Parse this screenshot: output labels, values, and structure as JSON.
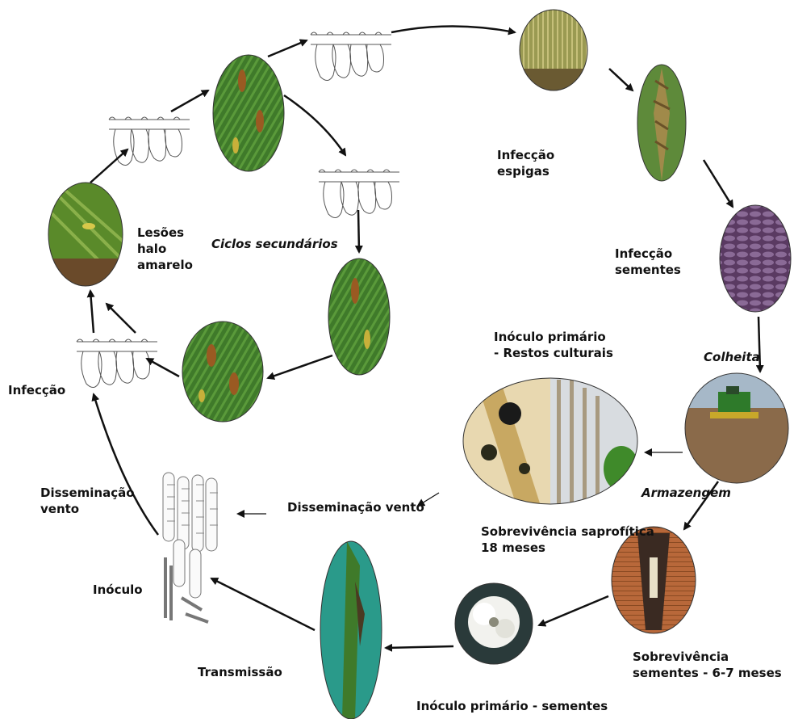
{
  "labels": {
    "infeccao_espigas": "Infecção\nespigas",
    "infeccao_sementes": "Infecção\nsementes",
    "inoculo_primario_restos": "Inóculo primário\n- Restos culturais",
    "colheita": "Colheita",
    "armazengem": "Armazengem",
    "sobrevivencia_saprofitica": "Sobrevivência saprofítica\n18 meses",
    "disseminacao_vento_center": "Disseminação vento",
    "disseminacao_vento_left": "Disseminação\nvento",
    "infeccao": "Infecção",
    "lesoes": "Lesões\nhalo\namarelo",
    "ciclos_secundarios": "Ciclos secundários",
    "inoculo": "Inóculo",
    "transmissao": "Transmissão",
    "sobrevivencia_sementes": "Sobrevivência\nsementes - 6-7 meses",
    "inoculo_primario_sementes": "Inóculo primário - sementes"
  },
  "colors": {
    "leaf_green": "#3f7a2a",
    "lesion_brown": "#9a5a22",
    "seed_purple": "#6e4a78",
    "field_soil": "#8a6a4a",
    "warehouse_brick": "#b8683a",
    "arrow": "#111111"
  }
}
